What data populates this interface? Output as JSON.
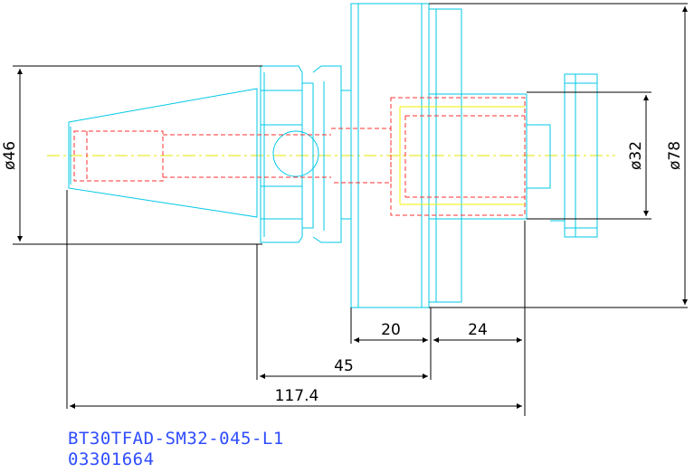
{
  "dimensions": {
    "d46": "ø46",
    "d32": "ø32",
    "d78": "ø78",
    "l20": "20",
    "l24": "24",
    "l45": "45",
    "l117": "117.4"
  },
  "caption": {
    "part_number": "BT30TFAD-SM32-045-L1",
    "code": "03301664"
  },
  "colors": {
    "outline": "#00c8e6",
    "hidden": "#ff3030",
    "centerline": "#e6e600",
    "dimension": "#000000",
    "caption": "#2f4cff"
  }
}
